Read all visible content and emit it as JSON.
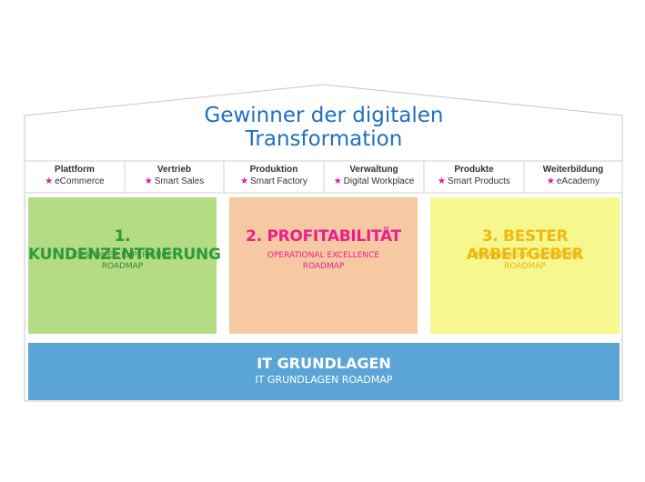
{
  "house": {
    "title_line1": "Gewinner der digitalen",
    "title_line2": "Transformation"
  },
  "categories": [
    {
      "name": "Plattform",
      "item": "eCommerce"
    },
    {
      "name": "Vertrieb",
      "item": "Smart Sales"
    },
    {
      "name": "Produktion",
      "item": "Smart Factory"
    },
    {
      "name": "Verwaltung",
      "item": "Digital Workplace"
    },
    {
      "name": "Produkte",
      "item": "Smart Products"
    },
    {
      "name": "Weiterbildung",
      "item": "eAcademy"
    }
  ],
  "star_glyph": "★",
  "pillars": [
    {
      "title": "1. KUNDENZENTRIERUNG",
      "sub1": "CUSTOMER EXPERIENCE",
      "sub2": "ROADMAP",
      "bg": "#b3dc84",
      "fg": "#2d9a3a",
      "sub_fg": "#3c8a32"
    },
    {
      "title": "2. PROFITABILITÄT",
      "sub1": "OPERATIONAL EXCELLENCE",
      "sub2": "ROADMAP",
      "bg": "#f7c9a2",
      "fg": "#e8208f",
      "sub_fg": "#e8208f"
    },
    {
      "title": "3. BESTER ARBEITGEBER",
      "sub1": "ORGANISATION & CULTURE",
      "sub2": "ROADMAP",
      "bg": "#f6f78c",
      "fg": "#f0b912",
      "sub_fg": "#eab316"
    }
  ],
  "foundation": {
    "title": "IT GRUNDLAGEN",
    "sub": "IT GRUNDLAGEN ROADMAP",
    "bg": "#5ba5d6"
  },
  "colors": {
    "title_blue": "#1f6fc1",
    "outline": "#c8c8c8",
    "star_pink": "#e0189a"
  }
}
